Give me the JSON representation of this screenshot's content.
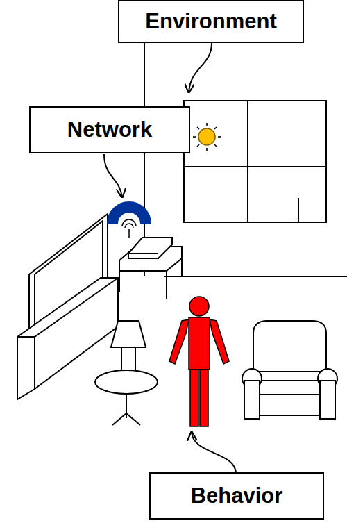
{
  "diagram": {
    "nodes": [
      {
        "text": [
          "Environment"
        ]
      },
      {
        "text": [
          "Network"
        ]
      },
      {
        "text": [
          "Behavior"
        ]
      }
    ]
  }
}
